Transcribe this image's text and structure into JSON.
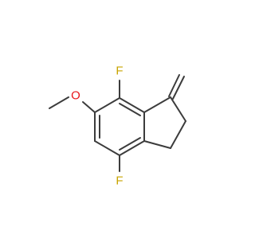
{
  "molecule": {
    "atoms": {
      "fluorine_top": {
        "symbol": "F",
        "color": "#c9a400"
      },
      "fluorine_bottom": {
        "symbol": "F",
        "color": "#c9a400"
      },
      "oxygen": {
        "symbol": "O",
        "color": "#e8141a"
      }
    },
    "bond_color": "#3c3c3c"
  }
}
